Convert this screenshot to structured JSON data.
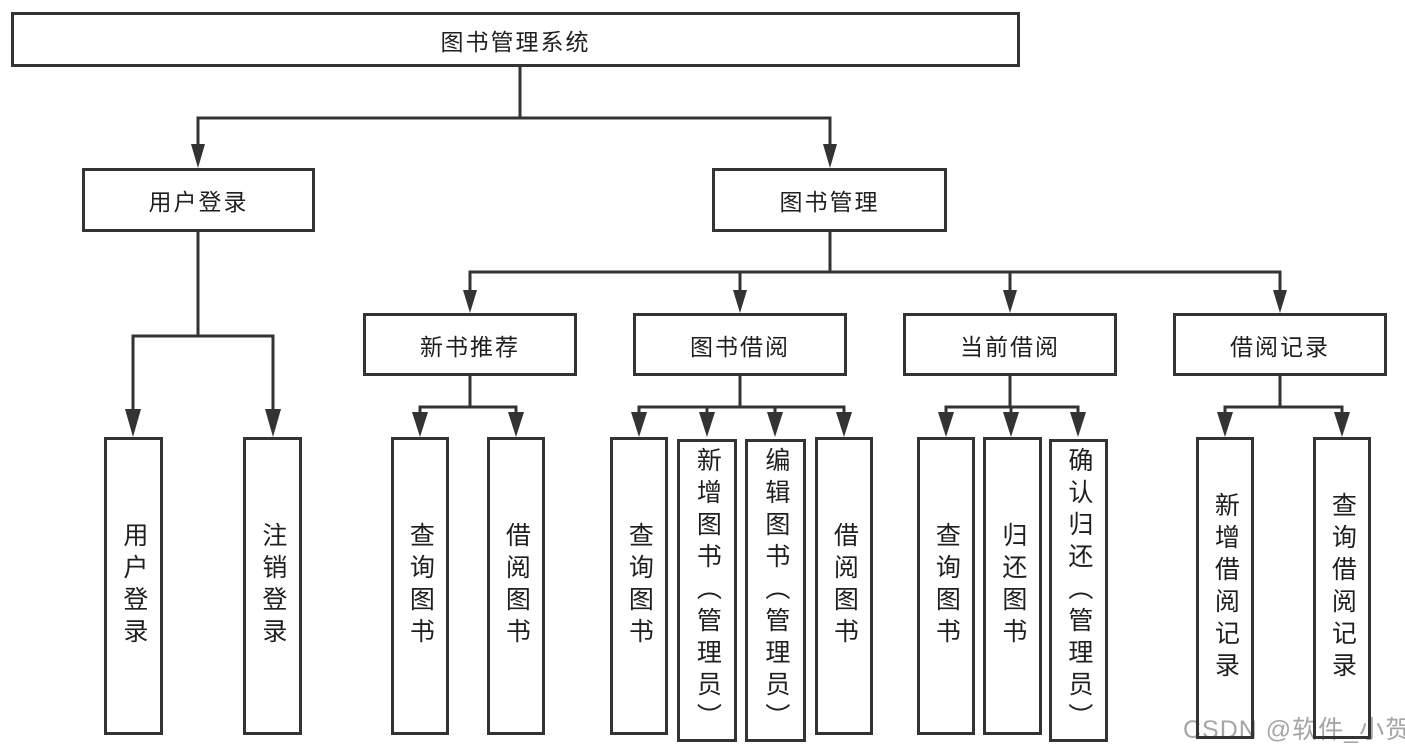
{
  "diagram": {
    "root": {
      "label": "图书管理系统"
    },
    "branches": {
      "user_login": {
        "label": "用户登录",
        "children": [
          "用户登录",
          "注销登录"
        ]
      },
      "book_mgmt": {
        "label": "图书管理",
        "sections": [
          {
            "label": "新书推荐",
            "children": [
              "查询图书",
              "借阅图书"
            ]
          },
          {
            "label": "图书借阅",
            "children": [
              "查询图书",
              "新增图书（管理员）",
              "编辑图书（管理员）",
              "借阅图书"
            ]
          },
          {
            "label": "当前借阅",
            "children": [
              "查询图书",
              "归还图书",
              "确认归还（管理员）"
            ]
          },
          {
            "label": "借阅记录",
            "children": [
              "新增借阅记录",
              "查询借阅记录"
            ]
          }
        ]
      }
    }
  },
  "watermark": {
    "text": "CSDN @软件_小贺同学"
  },
  "colors": {
    "line": "#333333",
    "text": "#1f1f1f",
    "watermark": "#a6a6a6",
    "background": "#ffffff"
  }
}
